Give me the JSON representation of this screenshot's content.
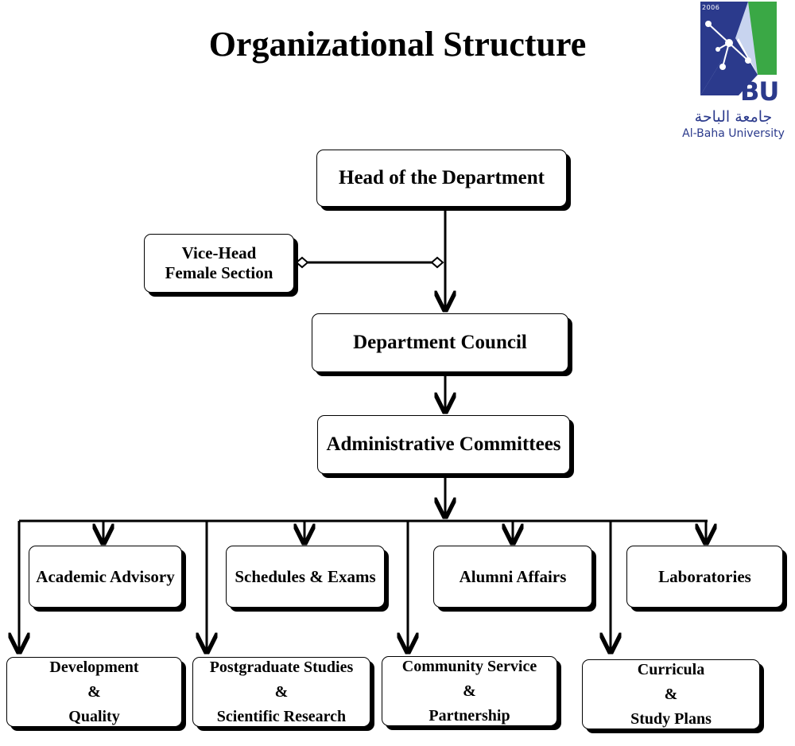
{
  "title": "Organizational Structure",
  "logo": {
    "year": "2006",
    "initials": "BU",
    "arabic_name": "جامعة الباحة",
    "english_name": "Al-Baha University",
    "colors": {
      "blue": "#2b3a8c",
      "green": "#3aa845",
      "light": "#c8d4ef"
    }
  },
  "nodes": {
    "head": "Head of the Department",
    "vice_head": [
      "Vice-Head",
      "Female Section"
    ],
    "council": "Department Council",
    "committees": "Administrative Committees",
    "academic_advisory": "Academic Advisory",
    "schedules_exams": "Schedules & Exams",
    "alumni_affairs": "Alumni Affairs",
    "laboratories": "Laboratories",
    "development_quality": [
      "Development",
      "&",
      "Quality"
    ],
    "postgraduate_research": [
      "Postgraduate Studies",
      "&",
      "Scientific Research"
    ],
    "community_service": [
      "Community Service",
      "&",
      "Partnership"
    ],
    "curricula_plans": [
      "Curricula",
      "&",
      "Study Plans"
    ]
  }
}
